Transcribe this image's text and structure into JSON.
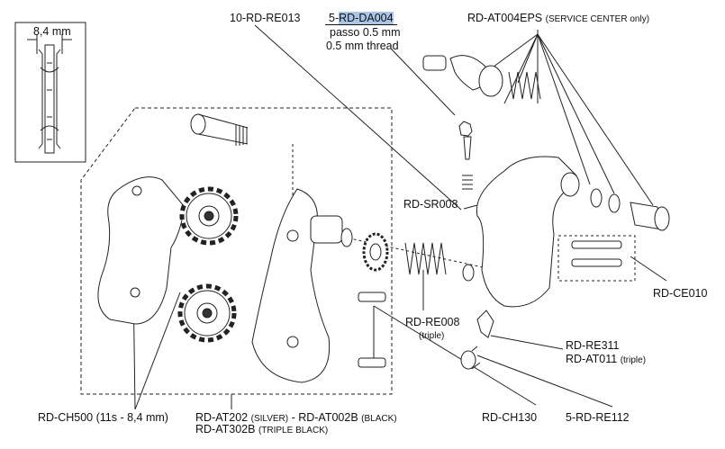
{
  "inset": {
    "dimension": "8,4 mm"
  },
  "labels": {
    "re013": "10-RD-RE013",
    "da004_prefix": "5-",
    "da004_code": "RD-DA004",
    "da004_it": "passo 0.5 mm",
    "da004_en": "0.5 mm thread",
    "at004eps": "RD-AT004EPS",
    "at004eps_note": "(SERVICE CENTER only)",
    "sr008": "RD-SR008",
    "re008": "RD-RE008",
    "re008_note": "(triple)",
    "ce010": "RD-CE010",
    "re311": "RD-RE311",
    "at011": "RD-AT011",
    "at011_note": "(triple)",
    "ch500": "RD-CH500 (11s - 8,4 mm)",
    "at202": "RD-AT202",
    "at202_note": "(SILVER)",
    "sep": " - ",
    "at002b": "RD-AT002B",
    "at002b_note": "(BLACK)",
    "at302b": "RD-AT302B",
    "at302b_note": "(TRIPLE BLACK)",
    "ch130": "RD-CH130",
    "re112": "5-RD-RE112"
  },
  "colors": {
    "highlight": "#a9c6e6",
    "line": "#222222"
  }
}
